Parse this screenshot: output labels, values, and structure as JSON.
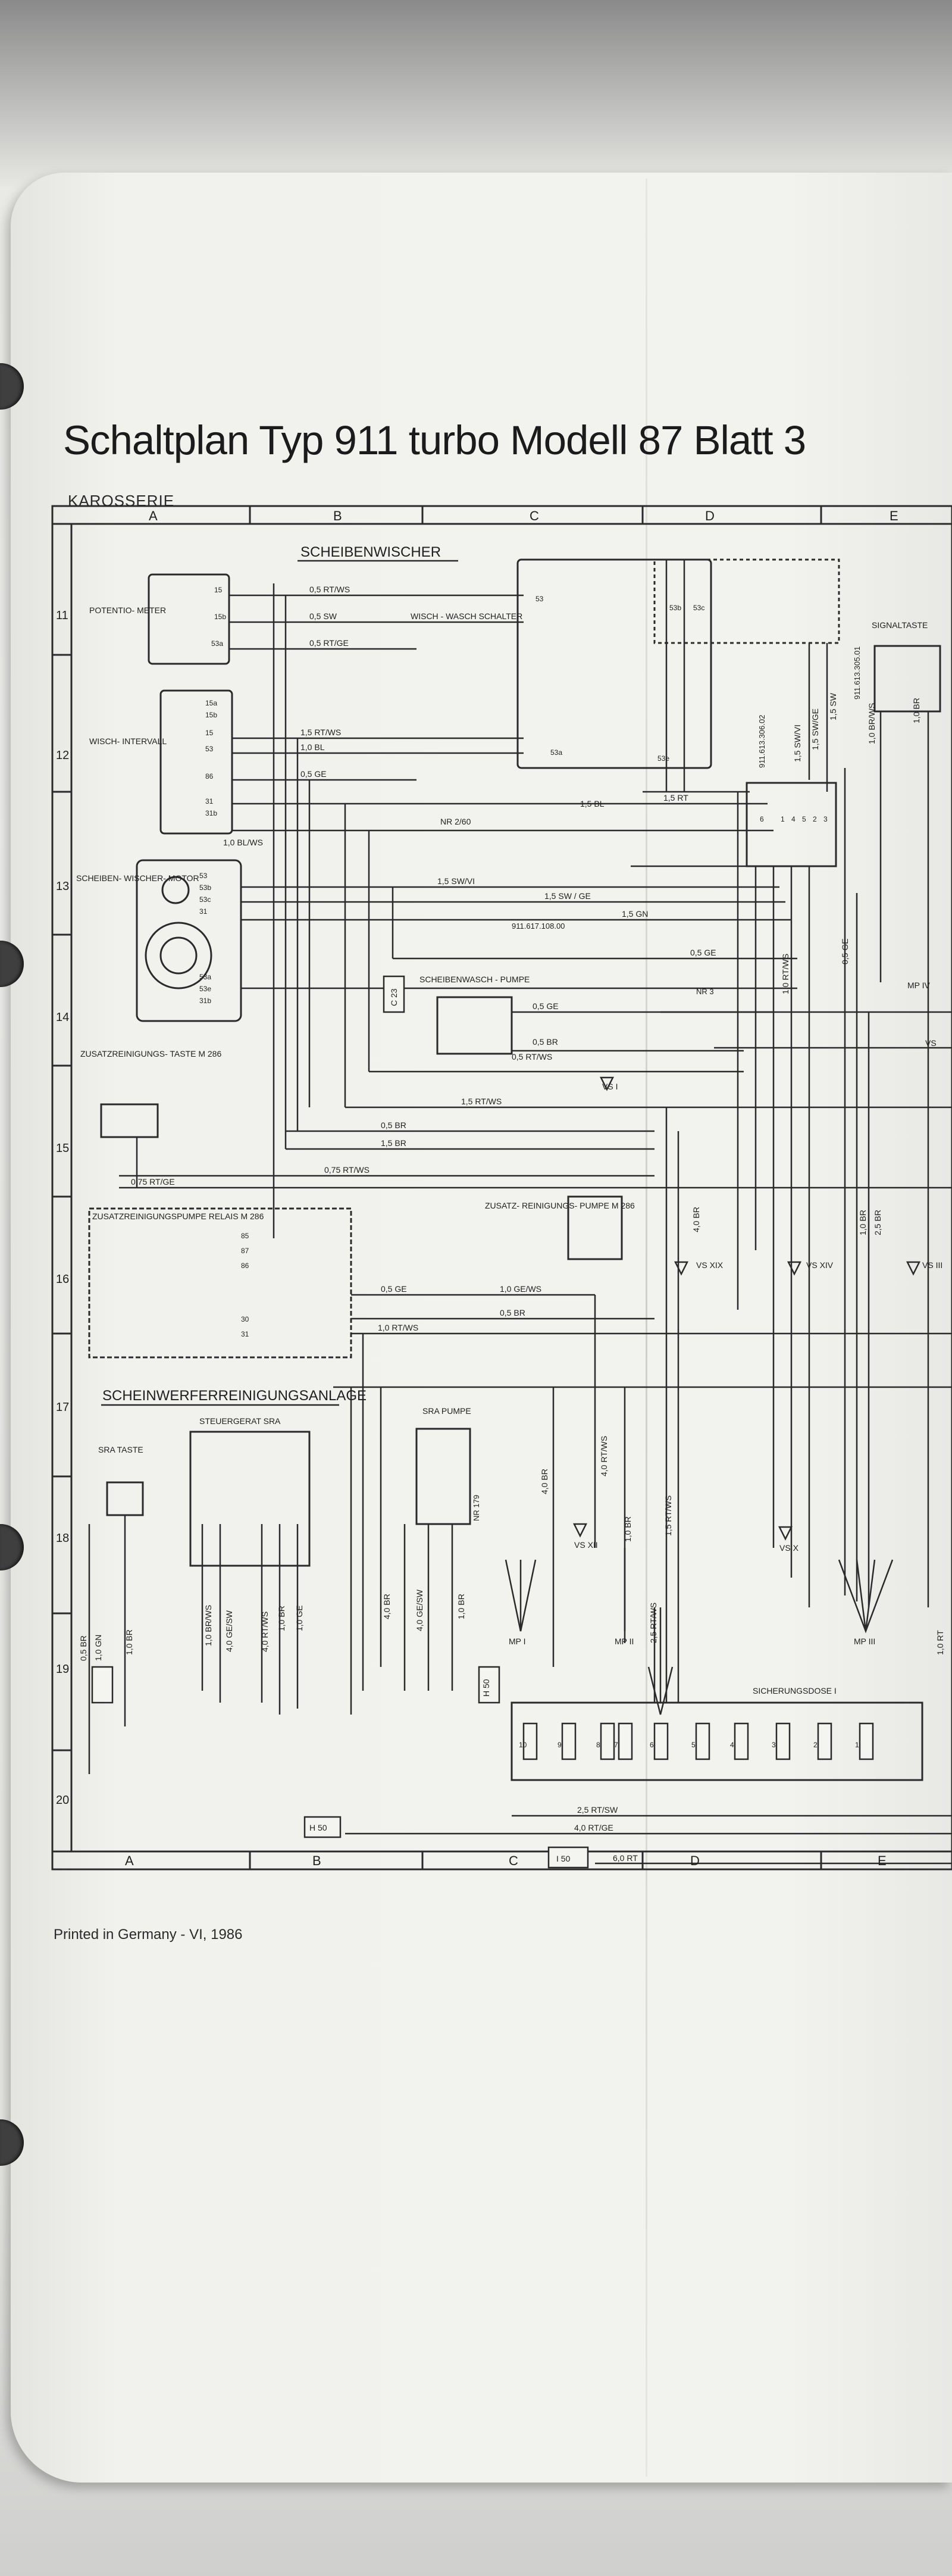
{
  "document": {
    "title": "Schaltplan Typ 911 turbo Modell 87 Blatt 3",
    "subtitle": "KAROSSERIE",
    "footer": "Printed in Germany - VI, 1986"
  },
  "grid": {
    "columns": [
      "A",
      "B",
      "C",
      "D",
      "E"
    ],
    "rows": [
      "11",
      "12",
      "13",
      "14",
      "15",
      "16",
      "17",
      "18",
      "19",
      "20"
    ]
  },
  "sections": {
    "scheibenwischer": "SCHEIBENWISCHER",
    "scheinwerfer": "SCHEINWERFERREINIGUNGSANLAGE",
    "zusatzpumpe_relais": "ZUSATZREINIGUNGSPUMPE RELAIS M 286"
  },
  "components": {
    "potentiometer": "POTENTIO- METER",
    "wischintervall": "WISCH- INTERVALL",
    "wischermotor": "SCHEIBEN- WISCHER- MOTOR",
    "zusatztaste": "ZUSATZREINIGUNGS- TASTE M 286",
    "wischwaschschalter": "WISCH - WASCH SCHALTER",
    "signaltaste": "SIGNALTASTE",
    "waschpumpe": "SCHEIBENWASCH - PUMPE",
    "zusatzpumpe": "ZUSATZ- REINIGUNGS- PUMPE M 286",
    "sra_taste": "SRA TASTE",
    "steuergeraet": "STEUERGERAT SRA",
    "sra_pumpe": "SRA PUMPE",
    "sicherungsdose": "SICHERUNGSDOSE I"
  },
  "wire_labels": {
    "w1": "0,5 RT/WS",
    "w2": "0,5 SW",
    "w3": "0,5 RT/GE",
    "w4": "1,5 RT/WS",
    "w5": "1,0 BL",
    "w6": "0,5 GE",
    "w7": "1,0 BL/WS",
    "w8": "NR 2/60",
    "w9": "1,5 SW/VI",
    "w10": "1,5 SW / GE",
    "w11": "1,5 GN",
    "w12": "0,5 GE",
    "w13": "0,5 GE",
    "w14": "0,5 BR",
    "w15": "0,5 RT/WS",
    "w16": "1,5 RT/WS",
    "w17": "0,5 BR",
    "w18": "1,5 BR",
    "w19": "0,75 RT/WS",
    "w20": "0,75 RT/GE",
    "w21": "0,5 GE",
    "w22": "1,0 GE/WS",
    "w23": "0,5 BR",
    "w24": "1,0 RT/WS",
    "w25": "1,5 BL",
    "w26": "1,5 RT",
    "w27": "2,5 RT/SW",
    "w28": "4,0 RT/GE",
    "w29": "6,0 RT",
    "w30": "1,0 BR/WS",
    "w31": "1,0 BR",
    "w32": "4,0 BR",
    "w33": "4,0 RT/WS",
    "w34": "1,0 BR",
    "w35": "1,5 RT/WS",
    "w36": "2,5 RT/WS",
    "w37": "1,5 SW/GE",
    "w38": "1,5 SW",
    "w39": "1,5 SW/VI",
    "w40": "0,5 GE",
    "w41": "1,0 RT/WS",
    "w42": "1,0 BR",
    "w43": "2,5 BR",
    "w44": "4,0 BR",
    "w45": "4,0 GE/SW",
    "w46": "1,0 BR",
    "w47": "1,0 BR/WS",
    "w48": "4,0 GE/SW",
    "w49": "4,0 RT/WS",
    "w50": "1,0 BR",
    "w51": "1,0 GE",
    "w52": "0,5 BR",
    "w53": "1,0 GN",
    "w54": "1,0 BR",
    "w55": "4,0 BR",
    "w56": "1,0 RT"
  },
  "part_numbers": {
    "p1": "911.617.108.00",
    "p2": "911.613.306.02",
    "p3": "911.613.305.01",
    "p4": "NR 3",
    "p5": "NR 179"
  },
  "connectors": {
    "c1": "C 23",
    "c2": "VS I",
    "c3": "VS XIX",
    "c4": "VS XIV",
    "c5": "VS III",
    "c6": "VS XII",
    "c7": "VS X",
    "c8": "VS",
    "c9": "MP I",
    "c10": "MP II",
    "c11": "MP III",
    "c12": "MP IV",
    "c13": "H 50",
    "c14": "H 50",
    "c15": "I 50"
  },
  "terminals": {
    "t_pot": [
      "15",
      "15b",
      "53a"
    ],
    "t_int": [
      "15a",
      "15b",
      "15",
      "53",
      "86",
      "31",
      "31b"
    ],
    "t_motor": [
      "53",
      "53b",
      "53c",
      "31",
      "53a",
      "53e",
      "31b"
    ],
    "t_relais": [
      "85",
      "87",
      "86",
      "30",
      "31"
    ],
    "t_switch": [
      "53",
      "53a",
      "53e",
      "53b",
      "53c"
    ],
    "t_plug": [
      "6",
      "1",
      "4",
      "5",
      "2",
      "3"
    ],
    "t_fuses": [
      "10",
      "9",
      "8",
      "7",
      "6",
      "5",
      "4",
      "3",
      "2",
      "1"
    ]
  }
}
